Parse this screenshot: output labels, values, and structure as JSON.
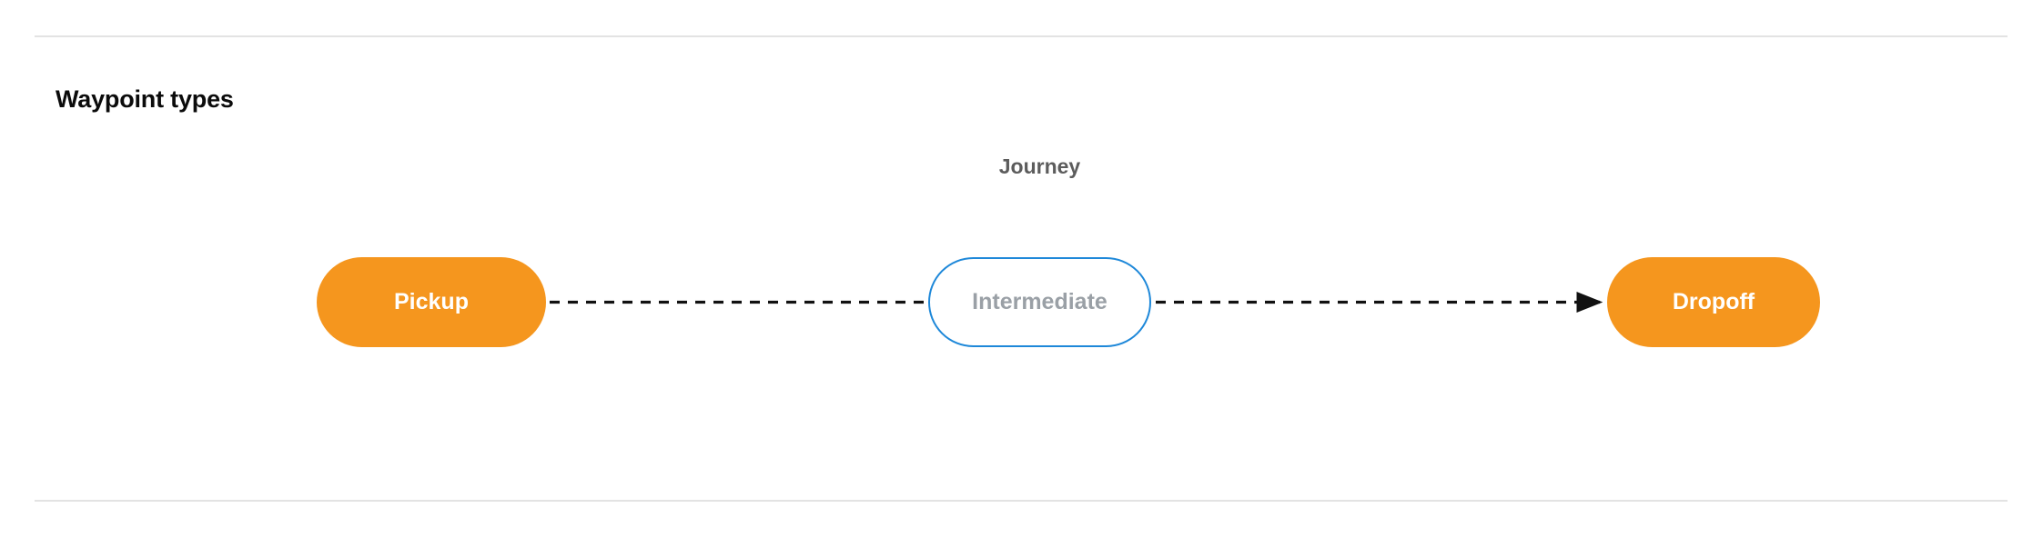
{
  "section": {
    "title": "Waypoint types"
  },
  "diagram": {
    "type": "flow",
    "group_label": "Journey",
    "nodes": [
      {
        "id": "pickup",
        "label": "Pickup",
        "style": "filled",
        "fill": "#f5961e",
        "text_color": "#ffffff"
      },
      {
        "id": "intermediate",
        "label": "Intermediate",
        "style": "outlined",
        "fill": "#ffffff",
        "border_color": "#1e88d9",
        "text_color": "#9aa0a6"
      },
      {
        "id": "dropoff",
        "label": "Dropoff",
        "style": "filled",
        "fill": "#f5961e",
        "text_color": "#ffffff"
      }
    ],
    "edges": [
      {
        "from": "pickup",
        "to": "intermediate",
        "line": "dashed",
        "arrowhead": false,
        "color": "#111111"
      },
      {
        "from": "intermediate",
        "to": "dropoff",
        "line": "dashed",
        "arrowhead": true,
        "color": "#111111"
      }
    ]
  },
  "colors": {
    "divider": "#e3e3e3",
    "accent_orange": "#f5961e",
    "accent_blue": "#1e88d9",
    "muted_text": "#9aa0a6",
    "label_text": "#5c5c5c"
  }
}
